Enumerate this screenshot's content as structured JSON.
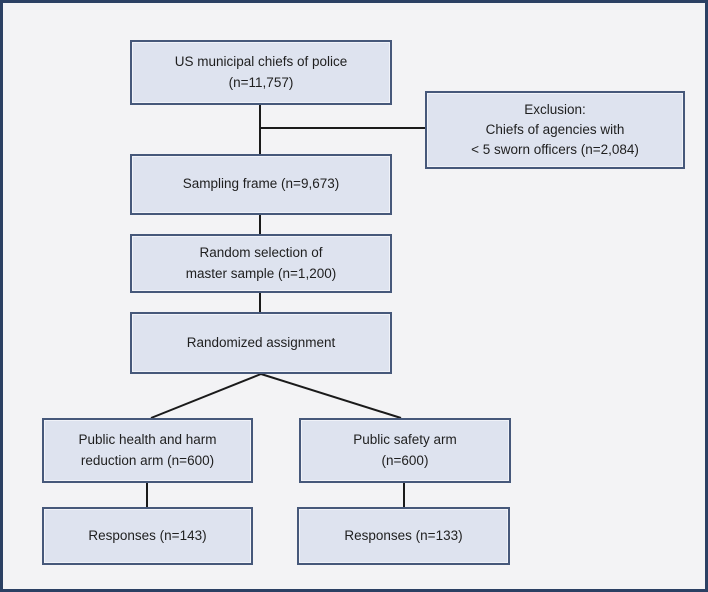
{
  "diagram": {
    "type": "flowchart",
    "nodes": {
      "population": {
        "text": "US municipal chiefs of police\n(n=11,757)"
      },
      "exclusion": {
        "text": "Exclusion:\nChiefs of agencies with\n< 5 sworn officers (n=2,084)"
      },
      "sampling_frame": {
        "text": "Sampling frame (n=9,673)"
      },
      "random_selection": {
        "text": "Random selection of\nmaster sample (n=1,200)"
      },
      "randomized_assignment": {
        "text": "Randomized assignment"
      },
      "arm_public_health": {
        "text": "Public health and harm\nreduction arm (n=600)"
      },
      "arm_public_safety": {
        "text": "Public safety arm\n(n=600)"
      },
      "responses_public_health": {
        "text": "Responses (n=143)"
      },
      "responses_public_safety": {
        "text": "Responses (n=133)"
      }
    },
    "colors": {
      "frame_border": "#2b4063",
      "canvas_background": "#f3f3f5",
      "box_fill": "#dee3ef",
      "box_border": "#46587a",
      "connector": "#1a1a1a",
      "text": "#1f1f1f"
    }
  }
}
